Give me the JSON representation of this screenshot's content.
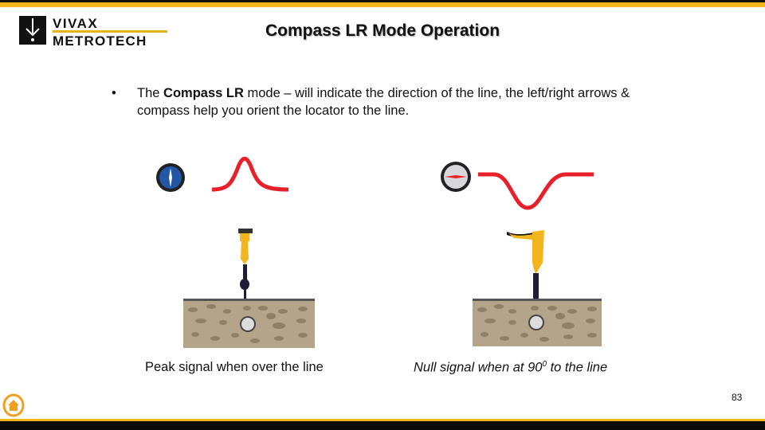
{
  "header": {
    "logo_top": "VIVAX",
    "logo_bottom": "METROTECH",
    "title": "Compass LR Mode Operation"
  },
  "body": {
    "bullet_prefix": "The ",
    "bullet_bold": "Compass LR",
    "bullet_rest": " mode – will indicate the direction of the line, the left/right arrows & compass help you orient the locator to the line.",
    "left_caption": "Peak signal when over the line",
    "right_caption_pre": "Null signal when at 90",
    "right_caption_sup": "0",
    "right_caption_post": " to the line"
  },
  "footer": {
    "page_number": "83",
    "home_icon": "home-icon"
  },
  "colors": {
    "accent": "#f5b71c",
    "signal": "#e8202a",
    "compass_blue": "#2456a8"
  }
}
